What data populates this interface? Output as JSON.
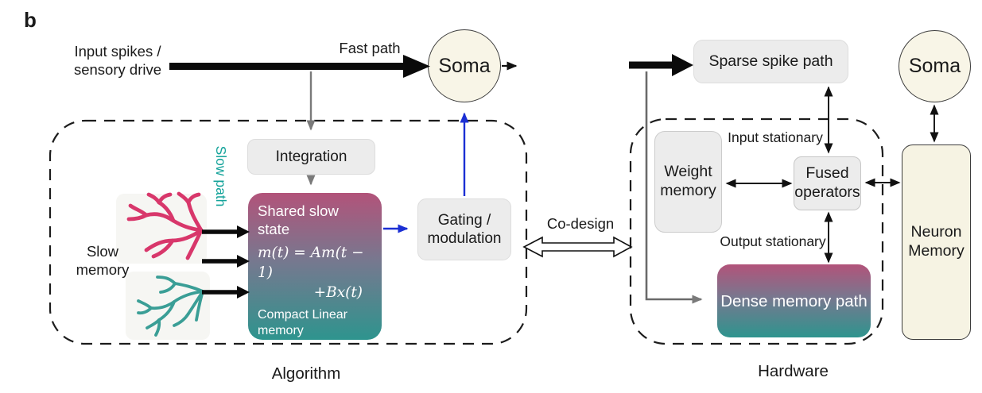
{
  "panel": "b",
  "colors": {
    "gradient_top": "#b2537a",
    "gradient_bottom": "#2e948e",
    "box_grey": "#ececec",
    "soma_fill": "#f8f5e7",
    "blue_arrow": "#1b2fd4",
    "grey_arrow": "#7a7a7a",
    "pink_dendrite": "#d8376b",
    "teal_dendrite": "#3a9e96",
    "slow_path_teal": "#14a39a",
    "text": "#1a1a1a"
  },
  "algorithm": {
    "region_label": "Algorithm",
    "input_line1": "Input spikes /",
    "input_line2": "sensory drive",
    "fast_path_label": "Fast path",
    "slow_path_label": "Slow path",
    "slow_memory_line1": "Slow",
    "slow_memory_line2": "memory",
    "integration_label": "Integration",
    "soma_label": "Soma",
    "shared_state": {
      "title": "Shared slow state",
      "equation_line1": "m(t) = Am(t − 1)",
      "equation_line2": "+Bx(t)",
      "caption": "Compact Linear memory"
    },
    "gating_label": "Gating / modulation"
  },
  "codesign_label": "Co-design",
  "hardware": {
    "region_label": "Hardware",
    "sparse_label": "Sparse spike path",
    "weight_label": "Weight memory",
    "fused_label": "Fused operators",
    "input_stationary_label": "Input stationary",
    "output_stationary_label": "Output stationary",
    "dense_label": "Dense memory path",
    "neuron_label": "Neuron Memory",
    "soma_label": "Soma"
  }
}
